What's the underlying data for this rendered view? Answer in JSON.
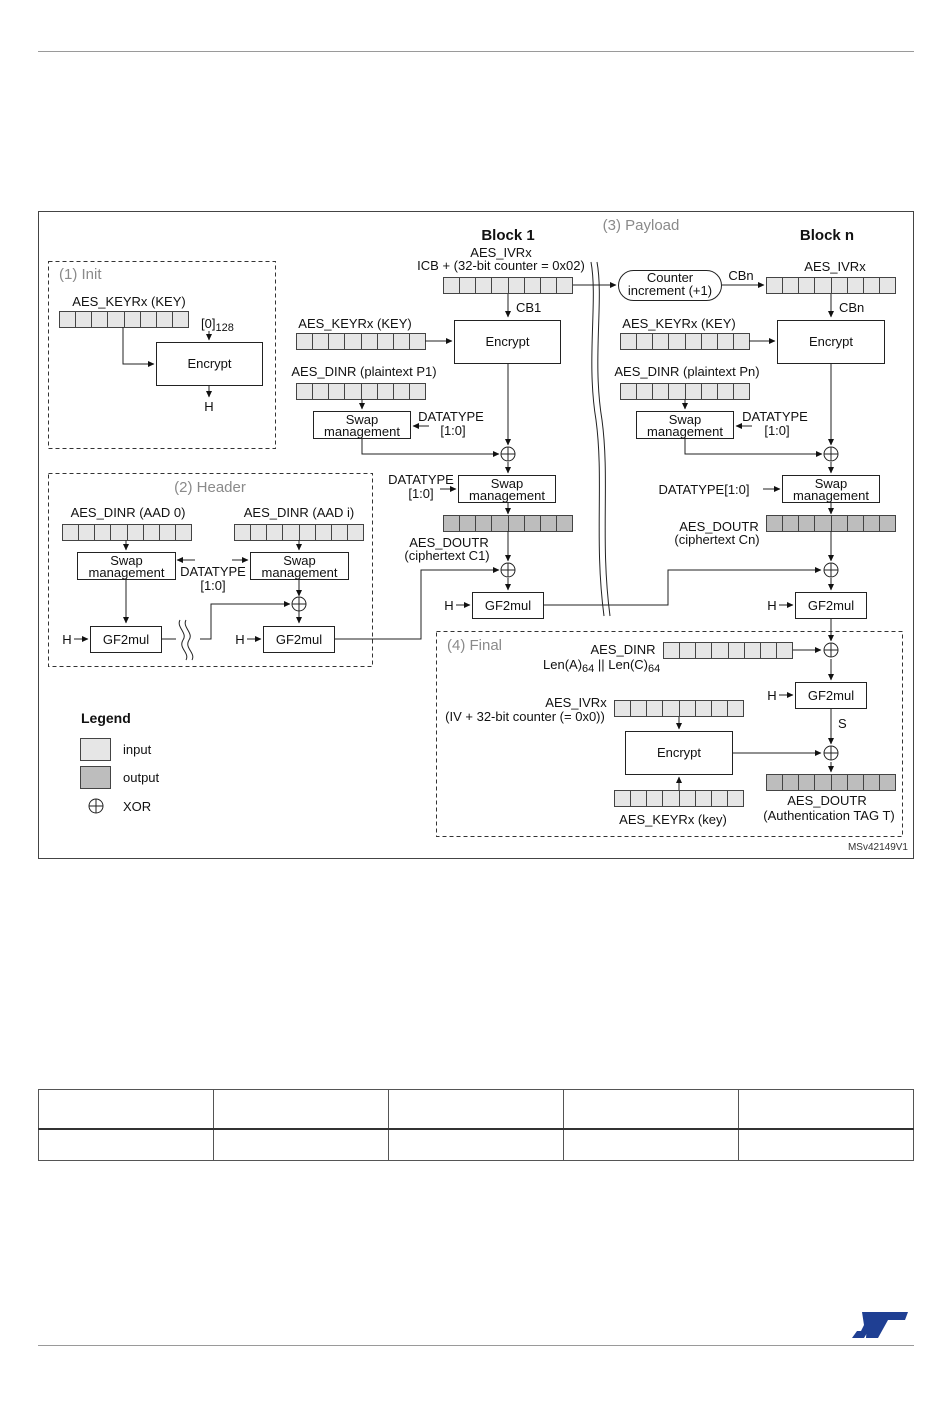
{
  "diagram": {
    "sections": {
      "init": "(1) Init",
      "header": "(2) Header",
      "payload": "(3) Payload",
      "final": "(4) Final"
    },
    "block1_title": "Block 1",
    "blockn_title": "Block n",
    "encrypt": "Encrypt",
    "swap_line1": "Swap",
    "swap_line2": "management",
    "gf2mul": "GF2mul",
    "h": "H",
    "s": "S",
    "init": {
      "key": "AES_KEYRx (KEY)",
      "zero_base": "[0]",
      "zero_sub": "128"
    },
    "header": {
      "dinr0": "AES_DINR (AAD 0)",
      "dinri": "AES_DINR (AAD i)",
      "datatype": "DATATYPE",
      "datatype_bits": "[1:0]"
    },
    "payload": {
      "ivr": "AES_IVRx",
      "icb": "ICB + (32-bit counter = 0x02)",
      "cb1": "CB1",
      "cbn": "CBn",
      "counter_line1": "Counter",
      "counter_line2": "increment (+1)",
      "key": "AES_KEYRx (KEY)",
      "dinr_p1": "AES_DINR (plaintext P1)",
      "dinr_pn": "AES_DINR (plaintext Pn)",
      "datatype": "DATATYPE",
      "datatype_bits": "[1:0]",
      "datatype_inline": "DATATYPE[1:0]",
      "doutr": "AES_DOUTR",
      "cipher_c1": "(ciphertext C1)",
      "cipher_cn": "(ciphertext Cn)"
    },
    "final": {
      "dinr": "AES_DINR",
      "len_a": "Len(A)",
      "len_sub": "64",
      "len_mid": " || Len(C)",
      "ivr": "AES_IVRx",
      "iv_counter": "(IV + 32-bit counter (= 0x0))",
      "key": "AES_KEYRx (key)",
      "doutr": "AES_DOUTR",
      "tag": "(Authentication TAG T)"
    },
    "legend": {
      "title": "Legend",
      "input": "input",
      "output": "output",
      "xor": "XOR"
    },
    "figure_id": "MSv42149V1"
  },
  "colors": {
    "input_fill": "#e6e6e6",
    "output_fill": "#bdbdbd",
    "section_label": "#8a8a8a",
    "st_logo": "#1f3f93"
  },
  "footer": {
    "logo": "ST"
  }
}
